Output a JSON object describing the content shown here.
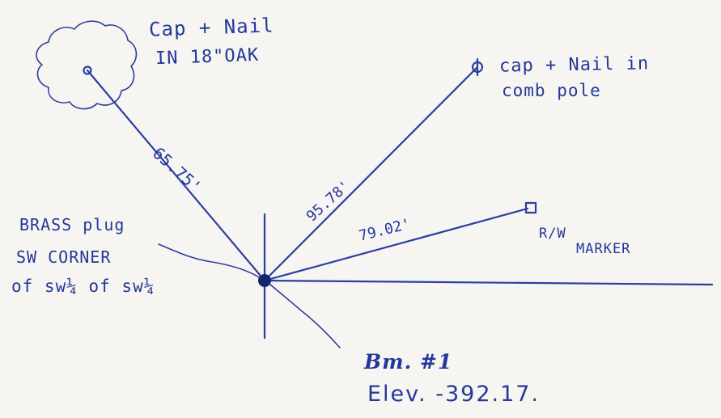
{
  "points": {
    "oak": {
      "line1": "Cap + Nail",
      "line2": "IN 18\"OAK"
    },
    "pole": {
      "line1": "cap + Nail in",
      "line2": "comb pole"
    },
    "rw_marker": {
      "line1": "R/W",
      "line2": "MARKER"
    },
    "benchmark_desc": {
      "line1": "BRASS plug",
      "line2": "SW CORNER",
      "line3": "of sw¼ of sw¼"
    },
    "benchmark": {
      "name": "Bm. #1",
      "elevation": "Elev. -392.17."
    }
  },
  "distances": {
    "to_oak": "65.75'",
    "to_pole": "95.78'",
    "to_rw_marker": "79.02'"
  },
  "colors": {
    "ink": "#2a3fa0",
    "paper": "#f7f5f1"
  }
}
